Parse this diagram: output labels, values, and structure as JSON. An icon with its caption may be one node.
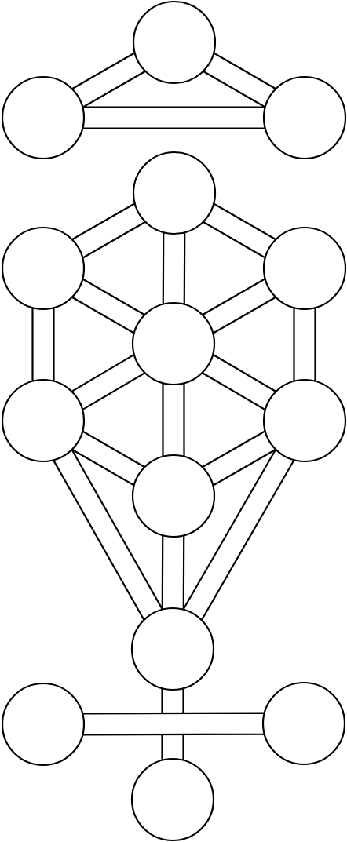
{
  "diagram": {
    "nodes": [
      {
        "text": [],
        "shape": "circle"
      },
      {
        "text": [],
        "shape": "circle"
      },
      {
        "text": [],
        "shape": "circle"
      },
      {
        "text": [],
        "shape": "circle"
      },
      {
        "text": [],
        "shape": "circle"
      },
      {
        "text": [],
        "shape": "circle"
      },
      {
        "text": [],
        "shape": "circle"
      },
      {
        "text": [],
        "shape": "circle"
      },
      {
        "text": [],
        "shape": "circle"
      },
      {
        "text": [],
        "shape": "circle"
      },
      {
        "text": [],
        "shape": "circle"
      },
      {
        "text": [],
        "shape": "circle"
      },
      {
        "text": [],
        "shape": "circle"
      },
      {
        "text": [],
        "shape": "circle"
      }
    ],
    "edges": [
      {
        "from": 0,
        "to": 1,
        "arrow": "none"
      },
      {
        "from": 0,
        "to": 2,
        "arrow": "none"
      },
      {
        "from": 1,
        "to": 2,
        "arrow": "none"
      },
      {
        "from": 3,
        "to": 4,
        "arrow": "none"
      },
      {
        "from": 3,
        "to": 5,
        "arrow": "none"
      },
      {
        "from": 3,
        "to": 6,
        "arrow": "none"
      },
      {
        "from": 4,
        "to": 6,
        "arrow": "none"
      },
      {
        "from": 5,
        "to": 6,
        "arrow": "none"
      },
      {
        "from": 4,
        "to": 7,
        "arrow": "none"
      },
      {
        "from": 5,
        "to": 8,
        "arrow": "none"
      },
      {
        "from": 6,
        "to": 7,
        "arrow": "none"
      },
      {
        "from": 6,
        "to": 8,
        "arrow": "none"
      },
      {
        "from": 6,
        "to": 9,
        "arrow": "none"
      },
      {
        "from": 7,
        "to": 9,
        "arrow": "none"
      },
      {
        "from": 8,
        "to": 9,
        "arrow": "none"
      },
      {
        "from": 7,
        "to": 10,
        "arrow": "none"
      },
      {
        "from": 8,
        "to": 10,
        "arrow": "none"
      },
      {
        "from": 9,
        "to": 10,
        "arrow": "none"
      },
      {
        "from": 10,
        "to": 13,
        "arrow": "none"
      },
      {
        "from": 11,
        "to": 12,
        "arrow": "none"
      }
    ]
  }
}
